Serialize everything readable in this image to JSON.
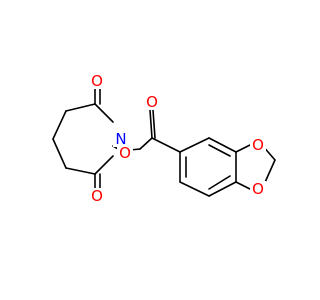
{
  "molecule": {
    "atoms": [
      {
        "id": "O1",
        "label": "O",
        "color": "#ff0000"
      },
      {
        "id": "O2",
        "label": "O",
        "color": "#ff0000"
      },
      {
        "id": "N1",
        "label": "N",
        "color": "#0000ff"
      },
      {
        "id": "O3",
        "label": "O",
        "color": "#ff0000"
      },
      {
        "id": "O4",
        "label": "O",
        "color": "#ff0000"
      },
      {
        "id": "O5",
        "label": "O",
        "color": "#ff0000"
      },
      {
        "id": "O6",
        "label": "O",
        "color": "#ff0000"
      }
    ],
    "bond_color": "#000000"
  }
}
